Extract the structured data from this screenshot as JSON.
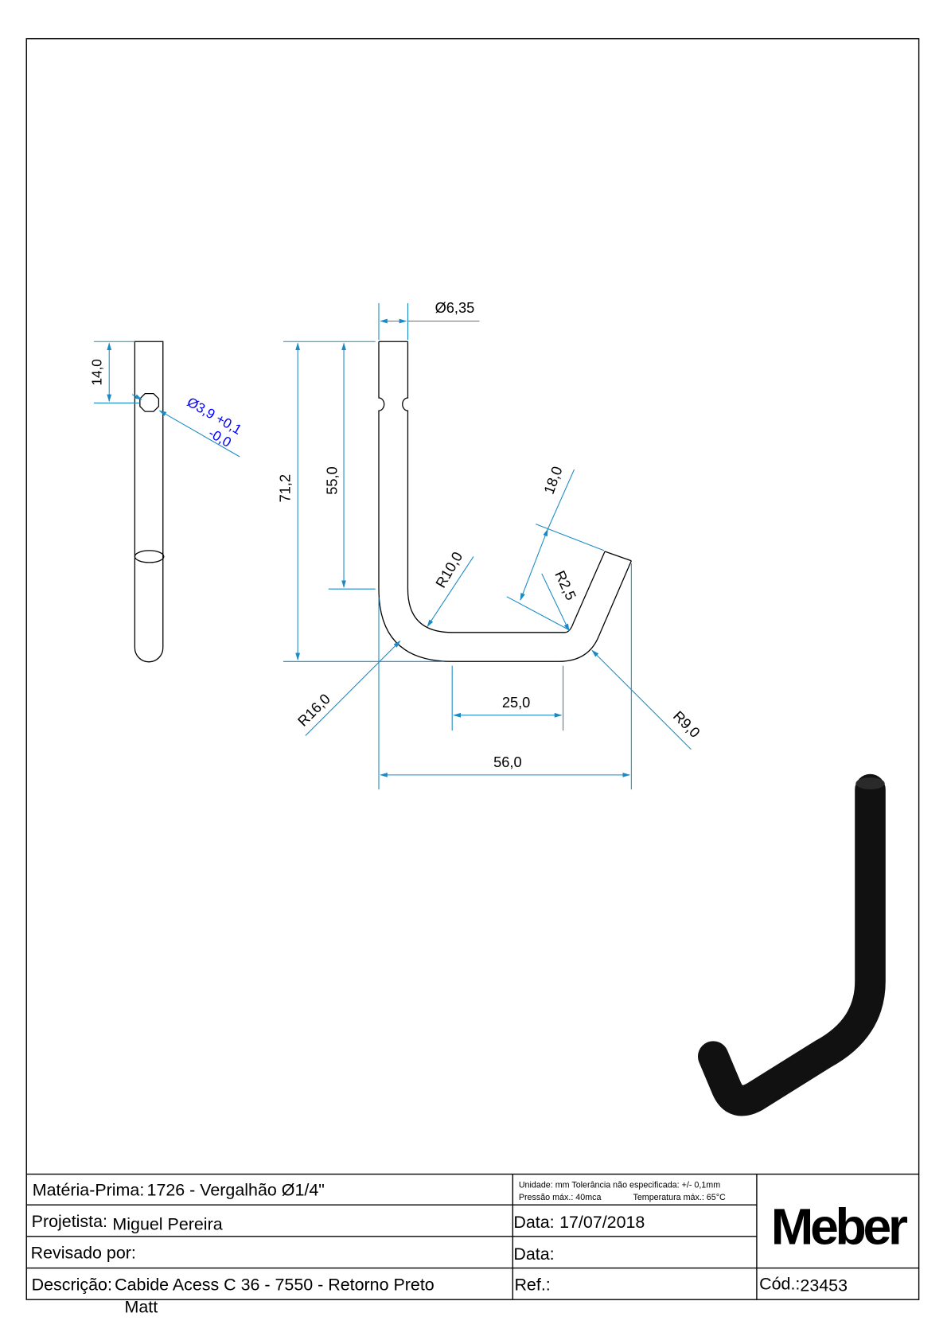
{
  "drawing": {
    "left_view": {
      "dim_hole_offset": "14,0",
      "dim_hole_diameter": "Ø3,9 +0,1",
      "dim_hole_tolerance_lower": "-0,0"
    },
    "front_view": {
      "dim_diameter": "Ø6,35",
      "dim_total_height": "71,2",
      "dim_straight_height": "55,0",
      "dim_inner_radius": "R10,0",
      "dim_leg_length": "18,0",
      "dim_tip_radius": "R2,5",
      "dim_outer_radius": "R16,0",
      "dim_bottom_length": "25,0",
      "dim_outer_tip_radius": "R9,0",
      "dim_total_width": "56,0"
    },
    "colors": {
      "dimension": "#1a8ac6",
      "tolerance": "#0000ff",
      "part": "#000000"
    }
  },
  "title_block": {
    "materia_prima_label": "Matéria-Prima:",
    "materia_prima_value": "1726 - Vergalhão Ø1/4\"",
    "notes_line1": "Unidade: mm Tolerância não especificada: +/- 0,1mm",
    "notes_line2_a": "Pressão máx.: 40mca",
    "notes_line2_b": "Temperatura máx.: 65°C",
    "projetista_label": "Projetista:",
    "projetista_value": "Miguel Pereira",
    "data_label": "Data:",
    "data_value": "17/07/2018",
    "revisado_label": "Revisado por:",
    "data2_label": "Data:",
    "descricao_label": "Descrição:",
    "descricao_value": "Cabide Acess C 36 - 7550 - Retorno Preto",
    "descricao_value_line2": "Matt",
    "ref_label": "Ref.:",
    "cod_label": "Cód.:",
    "cod_value": "23453",
    "logo": "Meber"
  }
}
